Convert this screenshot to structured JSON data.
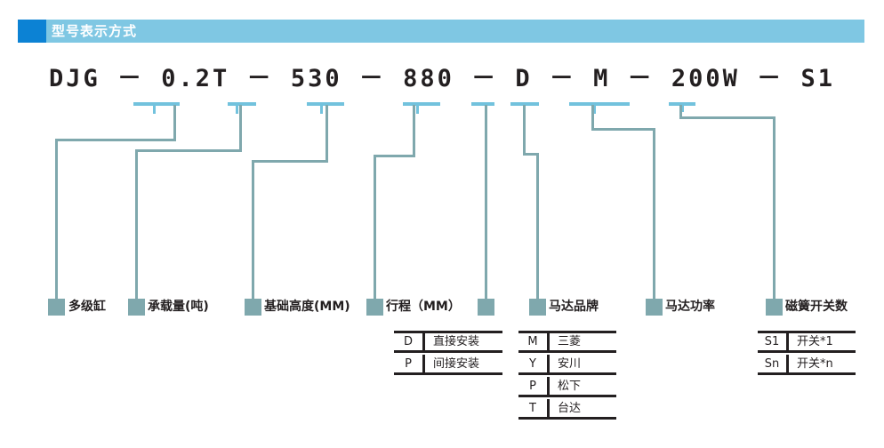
{
  "header": {
    "title": "型号表示方式",
    "accent_color": "#0c82d4",
    "bar_color": "#7fc7e3"
  },
  "model_code": {
    "full_string": "DJG － 0.2T － 530 － 880 － D － M － 200W － S1",
    "segments": [
      "DJG",
      "0.2T",
      "530",
      "880",
      "D",
      "M",
      "200W",
      "S1"
    ]
  },
  "colors": {
    "underline": "#72c2dd",
    "leader_line": "#7fa8ad",
    "bullet": "#7fa8ad",
    "text": "#231f20"
  },
  "callouts": [
    {
      "code": "DJG",
      "label": "多级缸"
    },
    {
      "code": "0.2T",
      "label": "承载量(吨)"
    },
    {
      "code": "530",
      "label": "基础高度(MM)"
    },
    {
      "code": "880",
      "label": "行程（MM）"
    },
    {
      "code": "D",
      "label": ""
    },
    {
      "code": "M",
      "label": "马达品牌"
    },
    {
      "code": "200W",
      "label": "马达功率"
    },
    {
      "code": "S1",
      "label": "磁簧开关数"
    }
  ],
  "tables": {
    "mounting": {
      "rows": [
        {
          "code": "D",
          "desc": "直接安装"
        },
        {
          "code": "P",
          "desc": "间接安装"
        }
      ]
    },
    "motor_brand": {
      "rows": [
        {
          "code": "M",
          "desc": "三菱"
        },
        {
          "code": "Y",
          "desc": "安川"
        },
        {
          "code": "P",
          "desc": "松下"
        },
        {
          "code": "T",
          "desc": "台达"
        }
      ]
    },
    "reed_switch": {
      "rows": [
        {
          "code": "S1",
          "desc": "开关*1"
        },
        {
          "code": "Sn",
          "desc": "开关*n"
        }
      ]
    }
  }
}
